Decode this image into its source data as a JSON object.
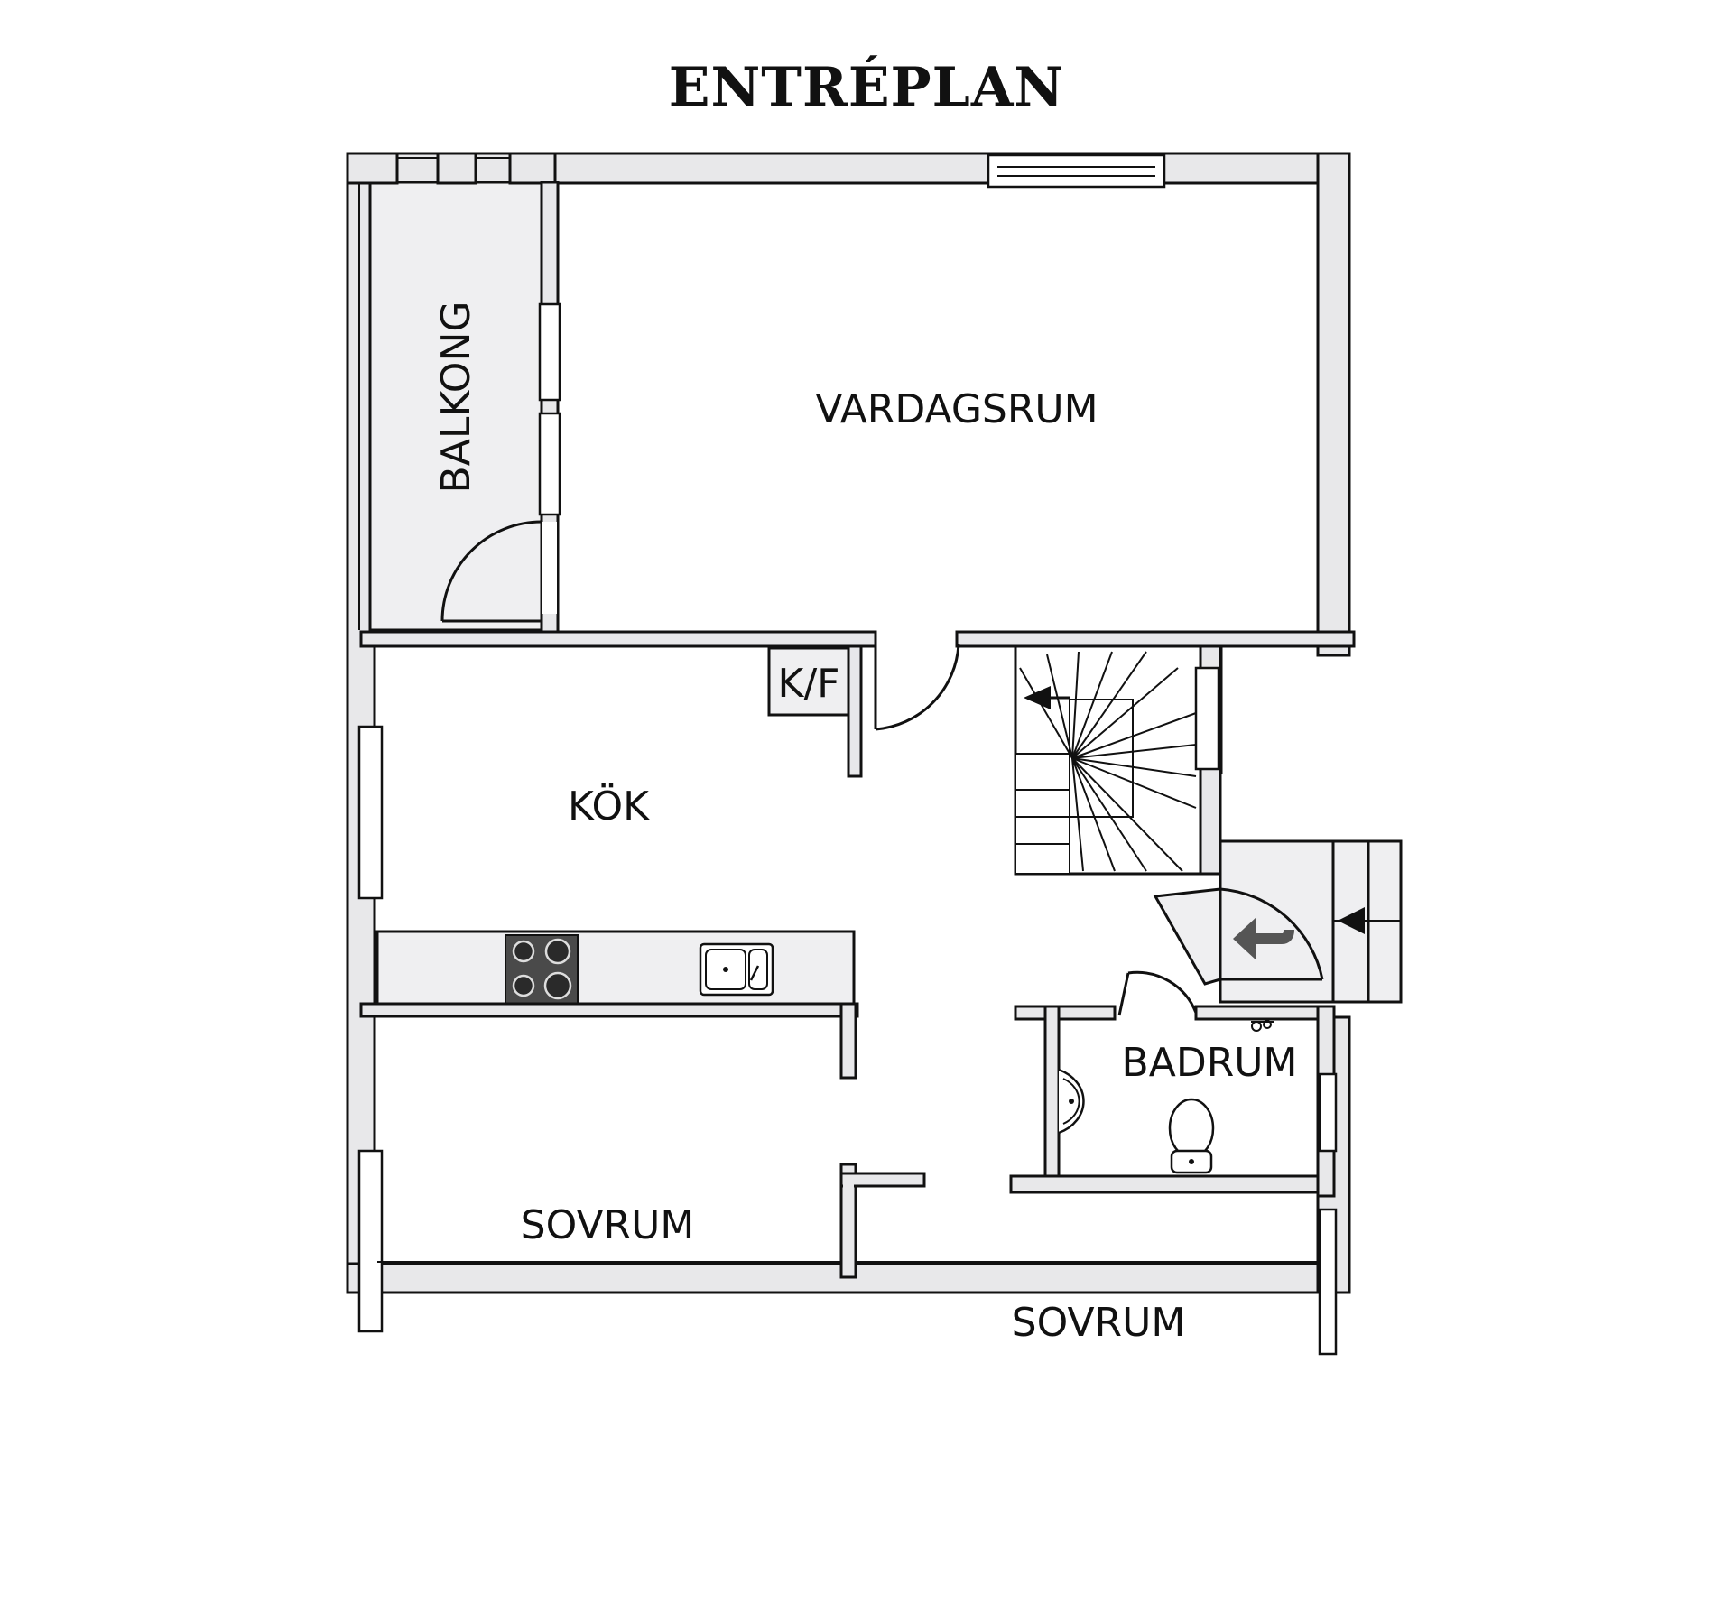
{
  "title": "ENTRÉPLAN",
  "rooms": {
    "balcony": "BALKONG",
    "living_room": "VARDAGSRUM",
    "kitchen": "KÖK",
    "fridge_freezer": "K/F",
    "bathroom": "BADRUM",
    "bedroom_left": "SOVRUM",
    "bedroom_right": "SOVRUM"
  },
  "icons": {
    "entrance": "entrance-arrow-icon",
    "stairs": "stairs-direction-icon",
    "stove": "stove-icon",
    "sink": "sink-icon",
    "toilet": "toilet-icon",
    "washbasin": "washbasin-icon"
  },
  "colors": {
    "wall": "#e8e8ea",
    "line": "#111111",
    "stove": "#4a4a4a"
  }
}
